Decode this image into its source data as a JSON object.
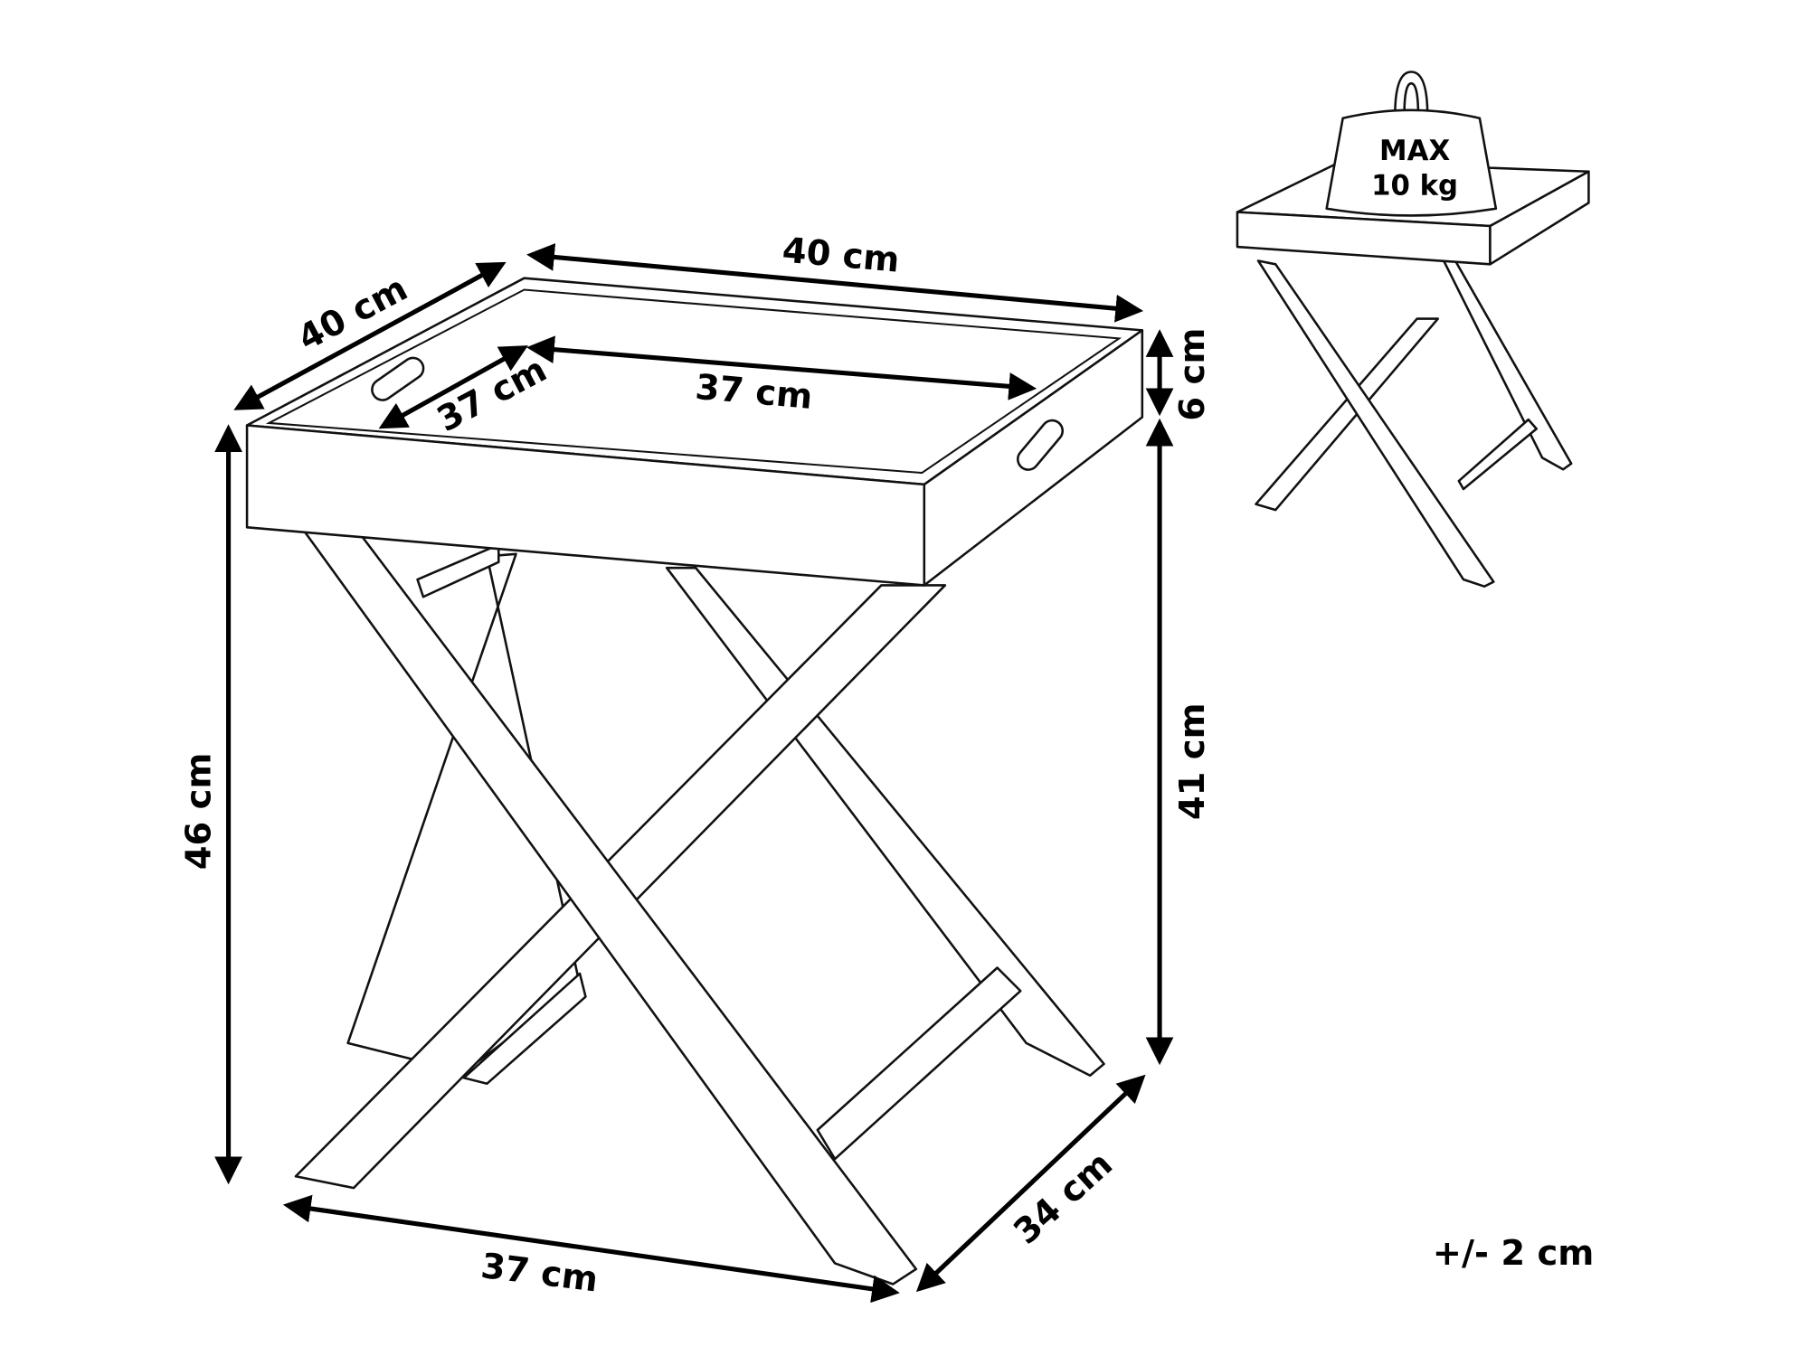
{
  "dimensions": {
    "tray_width": "40 cm",
    "tray_depth": "40 cm",
    "inner_width": "37 cm",
    "inner_depth": "37 cm",
    "tray_height": "6 cm",
    "leg_height": "41 cm",
    "total_height": "46 cm",
    "base_width": "37 cm",
    "base_depth": "34 cm"
  },
  "weight": {
    "line1": "MAX",
    "line2": "10 kg"
  },
  "tolerance": "+/- 2 cm",
  "colors": {
    "line": "#111111",
    "background": "#ffffff"
  }
}
